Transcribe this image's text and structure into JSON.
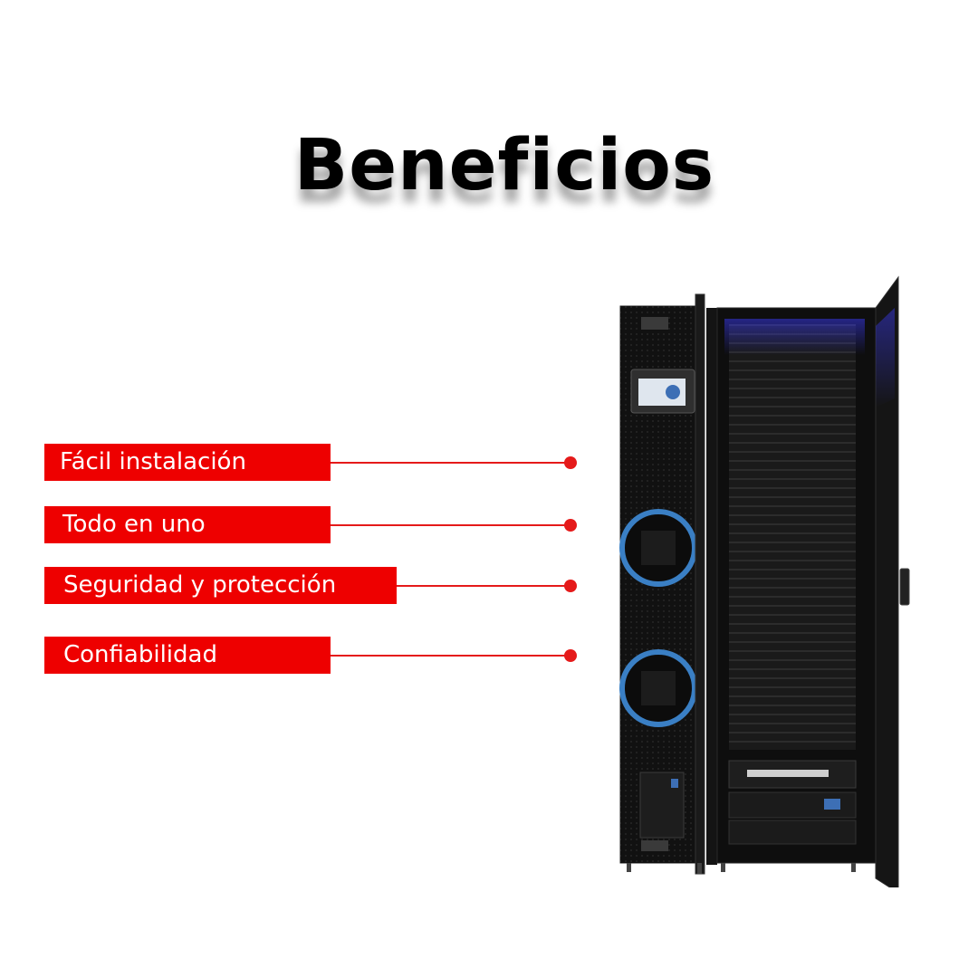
{
  "title": "Beneficios",
  "benefits": [
    {
      "label": "Fácil instalación"
    },
    {
      "label": "Todo en uno"
    },
    {
      "label": "Seguridad y protección"
    },
    {
      "label": "Confiabilidad"
    }
  ],
  "colors": {
    "accent": "#ee0000",
    "connector": "#e51a1a",
    "rack_body": "#141414",
    "fan_ring": "#3a7fc4",
    "led_glow": "#3c3cff"
  },
  "image": {
    "icon": "server-rack-cabinet-icon"
  }
}
